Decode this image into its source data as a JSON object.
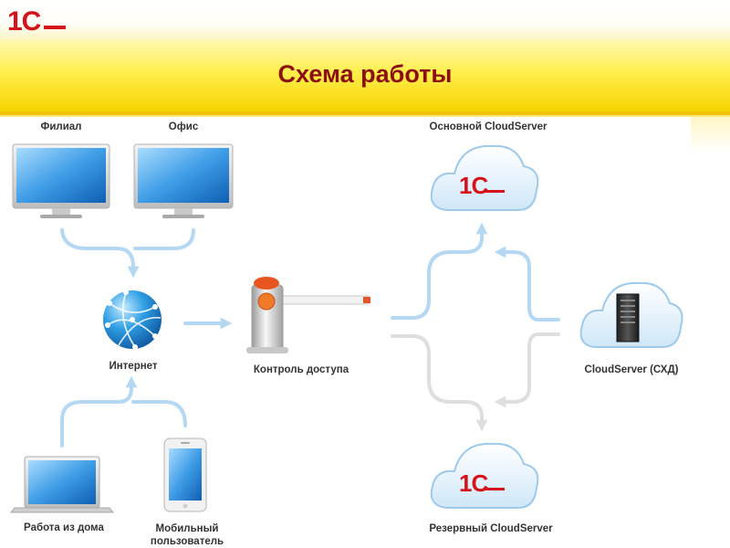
{
  "logo": {
    "text": "1С"
  },
  "header": {
    "title": "Схема работы"
  },
  "nodes": {
    "branch": "Филиал",
    "office": "Офис",
    "internet": "Интернет",
    "access_control": "Контроль доступа",
    "main_cloud": "Основной CloudServer",
    "cloud_storage": "CloudServer (СХД)",
    "backup_cloud": "Резервный CloudServer",
    "home_work": "Работа из дома",
    "mobile_user_line1": "Мобильный",
    "mobile_user_line2": "пользователь"
  },
  "colors": {
    "brand_red": "#d4131b",
    "title_red": "#8b1014",
    "banner_yellow": "#ffe600",
    "arrow_blue": "#b5d8f2",
    "arrow_grey": "#dedede"
  }
}
